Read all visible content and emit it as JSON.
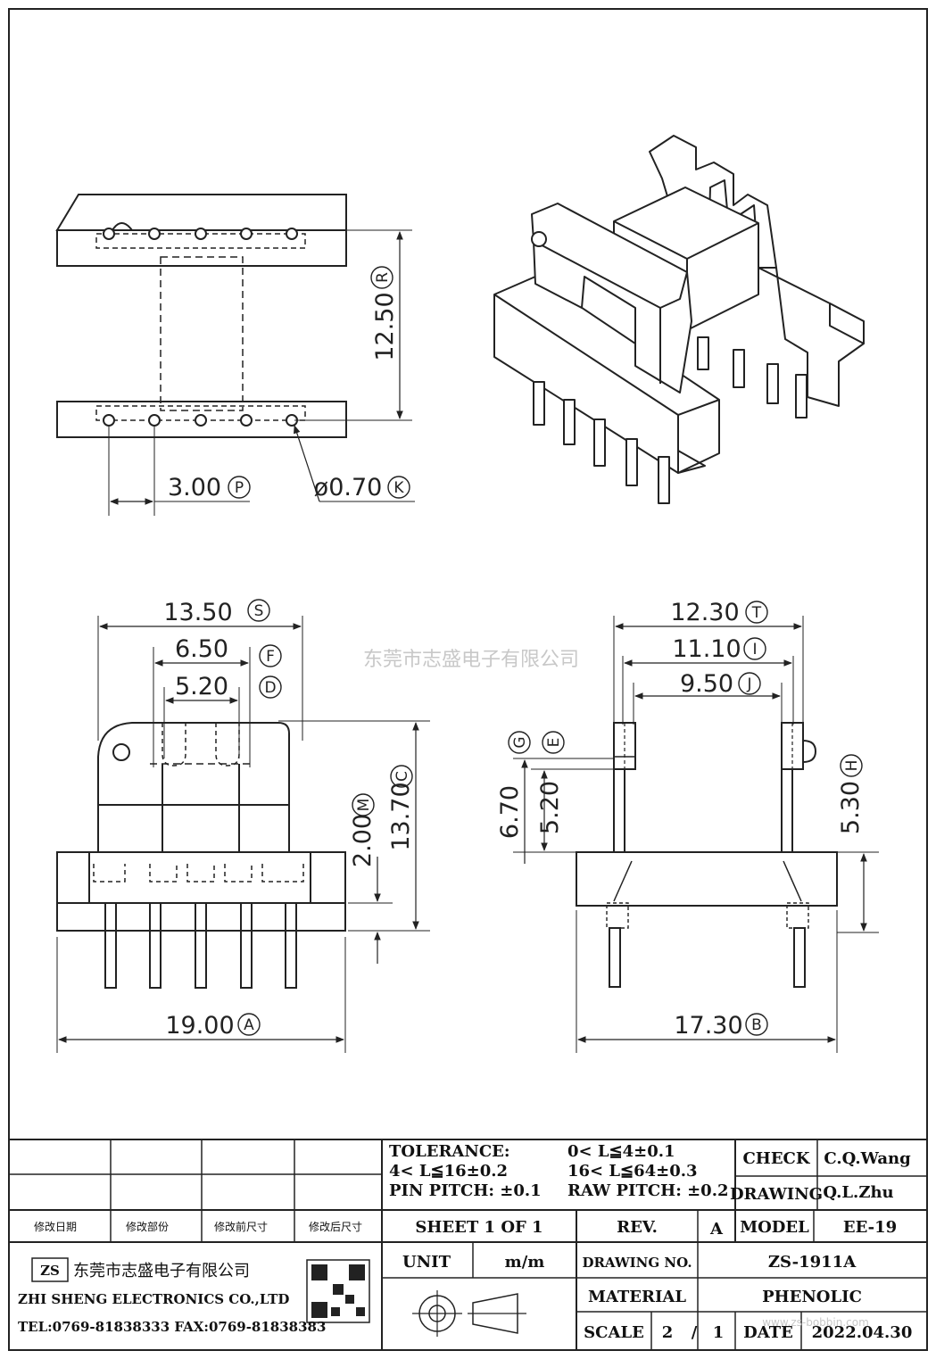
{
  "watermark": "东莞市志盛电子有限公司",
  "watermark_url": "www.zs-bobbin.com",
  "top_view": {
    "height_dim": "12.50",
    "height_code": "R",
    "pitch_dim": "3.00",
    "pitch_code": "P",
    "pin_dia_dim": "ø0.70",
    "pin_dia_code": "K"
  },
  "front_view": {
    "width_top_dim": "13.50",
    "width_top_code": "S",
    "inner_a_dim": "6.50",
    "inner_a_code": "F",
    "inner_b_dim": "5.20",
    "inner_b_code": "D",
    "height_total_dim": "13.70",
    "height_total_code": "C",
    "base_dim": "2.00",
    "base_code": "M",
    "width_bottom_dim": "19.00",
    "width_bottom_code": "A"
  },
  "side_view": {
    "w1_dim": "12.30",
    "w1_code": "T",
    "w2_dim": "11.10",
    "w2_code": "I",
    "w3_dim": "9.50",
    "w3_code": "J",
    "g_code": "G",
    "e_code": "E",
    "h1_dim": "6.70",
    "h2_dim": "5.20",
    "h3_dim": "5.30",
    "h3_code": "H",
    "width_bottom_dim": "17.30",
    "width_bottom_code": "B"
  },
  "title_block": {
    "revision_headers": [
      "修改日期",
      "修改部份",
      "修改前尺寸",
      "修改后尺寸"
    ],
    "tolerance_label": "TOLERANCE:",
    "tol_1": "0< L≦4±0.1",
    "tol_2": "4< L≦16±0.2",
    "tol_3": "16< L≦64±0.3",
    "pin_pitch": "PIN PITCH: ±0.1",
    "raw_pitch": "RAW PITCH: ±0.2",
    "check_label": "CHECK",
    "check_value": "C.Q.Wang",
    "drawing_label": "DRAWING",
    "drawing_value": "Q.L.Zhu",
    "sheet": "SHEET 1 OF 1",
    "rev_label": "REV.",
    "rev_value": "A",
    "model_label": "MODEL",
    "model_value": "EE-19",
    "company_cn": "东莞市志盛电子有限公司",
    "company_en": "ZHI SHENG ELECTRONICS CO.,LTD",
    "contact": "TEL:0769-81838333 FAX:0769-81838383",
    "logo_text": "ZS",
    "unit_label": "UNIT",
    "unit_value": "m/m",
    "drawing_no_label": "DRAWING NO.",
    "drawing_no_value": "ZS-1911A",
    "material_label": "MATERIAL",
    "material_value": "PHENOLIC",
    "scale_label": "SCALE",
    "scale_num": "2",
    "scale_sep": "/",
    "scale_den": "1",
    "date_label": "DATE",
    "date_value": "2022.04.30"
  }
}
